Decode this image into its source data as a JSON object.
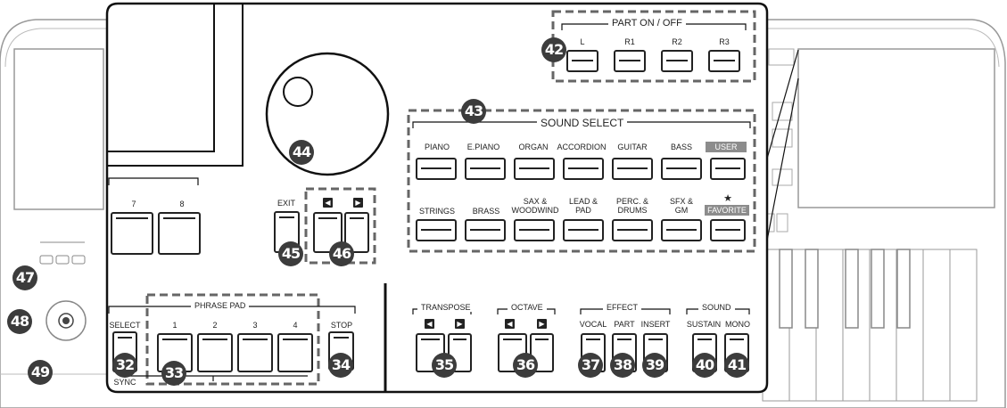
{
  "part_on_off": {
    "title": "PART ON / OFF",
    "buttons": [
      "L",
      "R1",
      "R2",
      "R3"
    ]
  },
  "sound_select": {
    "title": "SOUND SELECT",
    "row1": [
      "PIANO",
      "E.PIANO",
      "ORGAN",
      "ACCORDION",
      "GUITAR",
      "BASS",
      "USER"
    ],
    "row2": [
      "STRINGS",
      "BRASS",
      "SAX &\nWOODWIND",
      "LEAD &\nPAD",
      "PERC. &\nDRUMS",
      "SFX &\nGM",
      "FAVORITE"
    ],
    "favorite_star": "★"
  },
  "pad_group": {
    "labels": [
      "7",
      "8"
    ]
  },
  "exit_label": "EXIT",
  "phrase_pad": {
    "title": "PHRASE PAD",
    "select": "SELECT",
    "sync": "SYNC",
    "pads": [
      "1",
      "2",
      "3",
      "4"
    ],
    "stop": "STOP"
  },
  "transpose": {
    "title": "TRANSPOSE"
  },
  "octave": {
    "title": "OCTAVE"
  },
  "effect": {
    "title": "EFFECT",
    "buttons": [
      "VOCAL",
      "PART",
      "INSERT"
    ]
  },
  "sound": {
    "title": "SOUND",
    "buttons": [
      "SUSTAIN",
      "MONO"
    ]
  },
  "callouts": {
    "c32": "32",
    "c33": "33",
    "c34": "34",
    "c35": "35",
    "c36": "36",
    "c37": "37",
    "c38": "38",
    "c39": "39",
    "c40": "40",
    "c41": "41",
    "c42": "42",
    "c43": "43",
    "c44": "44",
    "c45": "45",
    "c46": "46",
    "c47": "47",
    "c48": "48",
    "c49": "49"
  },
  "colors": {
    "callout": "#3c3c3c",
    "highlight": "#8c8c8c",
    "line": "#222222"
  }
}
